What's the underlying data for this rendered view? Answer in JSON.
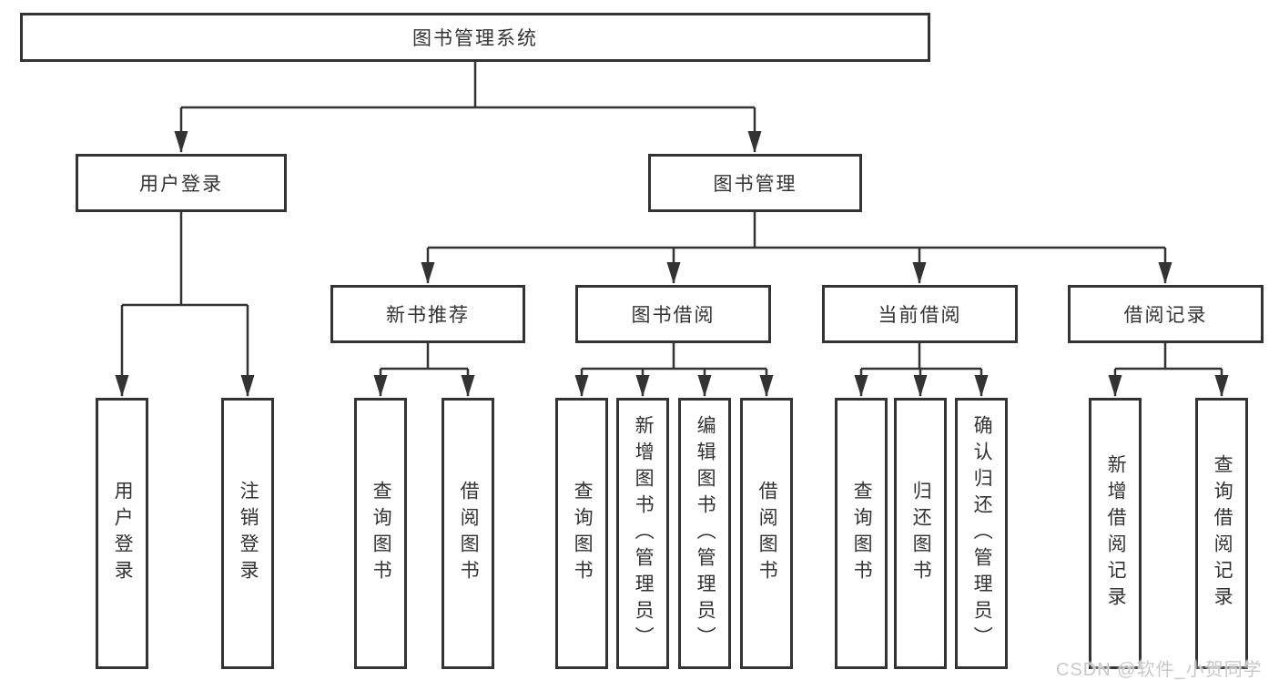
{
  "diagram": {
    "root": {
      "label": "图书管理系统"
    },
    "level2": [
      {
        "label": "用户登录"
      },
      {
        "label": "图书管理"
      }
    ],
    "level3": [
      {
        "label": "新书推荐"
      },
      {
        "label": "图书借阅"
      },
      {
        "label": "当前借阅"
      },
      {
        "label": "借阅记录"
      }
    ],
    "leaves": {
      "user_login": [
        "用户登录",
        "注销登录"
      ],
      "new_book": [
        "查询图书",
        "借阅图书"
      ],
      "book_borrow": [
        "查询图书",
        "新增图书（管理员）",
        "编辑图书（管理员）",
        "借阅图书"
      ],
      "current_borrow": [
        "查询图书",
        "归还图书",
        "确认归还（管理员）"
      ],
      "borrow_record": [
        "新增借阅记录",
        "查询借阅记录"
      ]
    }
  },
  "watermark": {
    "text": "CSDN @软件_小贺同学"
  },
  "colors": {
    "line": "#333333",
    "box_border": "#333333",
    "text": "#333333",
    "watermark": "#c9c9c9",
    "background": "#ffffff"
  }
}
